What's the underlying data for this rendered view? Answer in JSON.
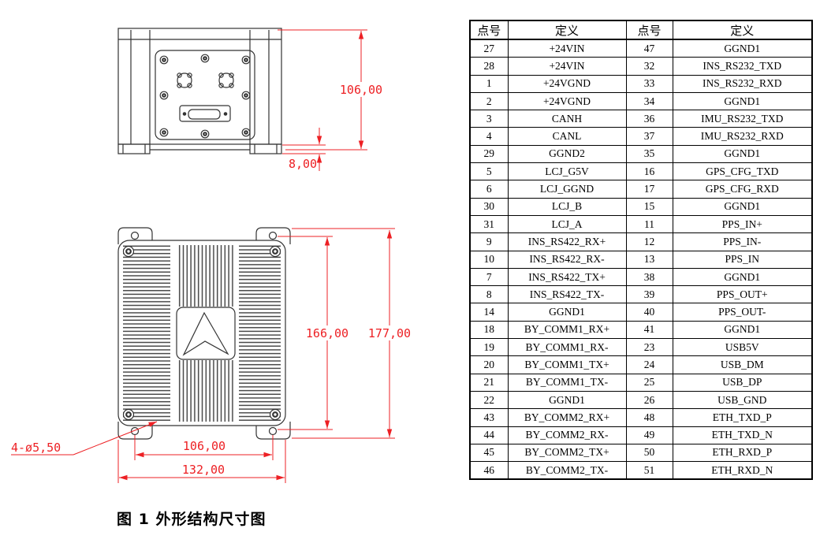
{
  "figure": {
    "caption": "图 1 外形结构尺寸图"
  },
  "top_view": {
    "description": "connector-face-outline-view",
    "dim_height": "106,00",
    "dim_foot_height": "8,00"
  },
  "bottom_view": {
    "description": "heatsink-face-outline-view",
    "dim_body_height": "166,00",
    "dim_overall_height": "177,00",
    "dim_hole_spacing": "106,00",
    "dim_body_width": "132,00",
    "hole_callout": "4-ø5,50"
  },
  "colors": {
    "dimension_red": "#ed2024",
    "drawing_line": "#333333"
  },
  "pin_table": {
    "headers": [
      "点号",
      "定义",
      "点号",
      "定义"
    ],
    "rows": [
      [
        "27",
        "+24VIN",
        "47",
        "GGND1"
      ],
      [
        "28",
        "+24VIN",
        "32",
        "INS_RS232_TXD"
      ],
      [
        "1",
        "+24VGND",
        "33",
        "INS_RS232_RXD"
      ],
      [
        "2",
        "+24VGND",
        "34",
        "GGND1"
      ],
      [
        "3",
        "CANH",
        "36",
        "IMU_RS232_TXD"
      ],
      [
        "4",
        "CANL",
        "37",
        "IMU_RS232_RXD"
      ],
      [
        "29",
        "GGND2",
        "35",
        "GGND1"
      ],
      [
        "5",
        "LCJ_G5V",
        "16",
        "GPS_CFG_TXD"
      ],
      [
        "6",
        "LCJ_GGND",
        "17",
        "GPS_CFG_RXD"
      ],
      [
        "30",
        "LCJ_B",
        "15",
        "GGND1"
      ],
      [
        "31",
        "LCJ_A",
        "11",
        "PPS_IN+"
      ],
      [
        "9",
        "INS_RS422_RX+",
        "12",
        "PPS_IN-"
      ],
      [
        "10",
        "INS_RS422_RX-",
        "13",
        "PPS_IN"
      ],
      [
        "7",
        "INS_RS422_TX+",
        "38",
        "GGND1"
      ],
      [
        "8",
        "INS_RS422_TX-",
        "39",
        "PPS_OUT+"
      ],
      [
        "14",
        "GGND1",
        "40",
        "PPS_OUT-"
      ],
      [
        "18",
        "BY_COMM1_RX+",
        "41",
        "GGND1"
      ],
      [
        "19",
        "BY_COMM1_RX-",
        "23",
        "USB5V"
      ],
      [
        "20",
        "BY_COMM1_TX+",
        "24",
        "USB_DM"
      ],
      [
        "21",
        "BY_COMM1_TX-",
        "25",
        "USB_DP"
      ],
      [
        "22",
        "GGND1",
        "26",
        "USB_GND"
      ],
      [
        "43",
        "BY_COMM2_RX+",
        "48",
        "ETH_TXD_P"
      ],
      [
        "44",
        "BY_COMM2_RX-",
        "49",
        "ETH_TXD_N"
      ],
      [
        "45",
        "BY_COMM2_TX+",
        "50",
        "ETH_RXD_P"
      ],
      [
        "46",
        "BY_COMM2_TX-",
        "51",
        "ETH_RXD_N"
      ]
    ]
  }
}
